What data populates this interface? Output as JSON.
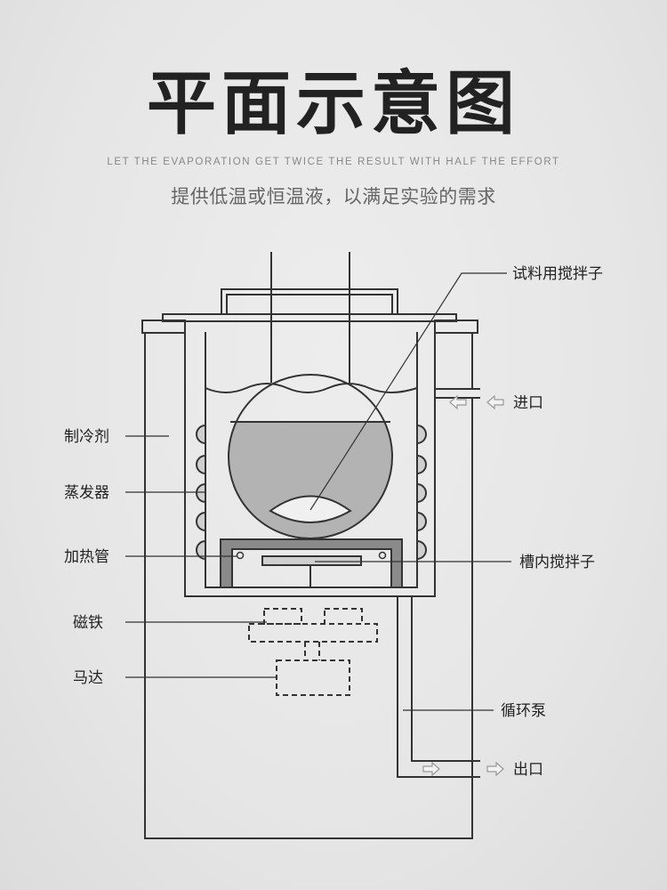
{
  "header": {
    "title": "平面示意图",
    "subtitle_en": "LET THE EVAPORATION GET TWICE THE RESULT WITH HALF THE EFFORT",
    "subtitle_cn": "提供低温或恒温液，以满足实验的需求"
  },
  "labels": {
    "sample_stirrer": "试料用搅拌子",
    "inlet": "进口",
    "refrigerant": "制冷剂",
    "evaporator": "蒸发器",
    "heating_tube": "加热管",
    "bath_stirrer": "槽内搅拌子",
    "magnet": "磁铁",
    "motor": "马达",
    "circulation_pump": "循环泵",
    "outlet": "出口"
  },
  "colors": {
    "line": "#333333",
    "fluid": "#b3b3b3",
    "arrow": "#f2f2f2"
  }
}
